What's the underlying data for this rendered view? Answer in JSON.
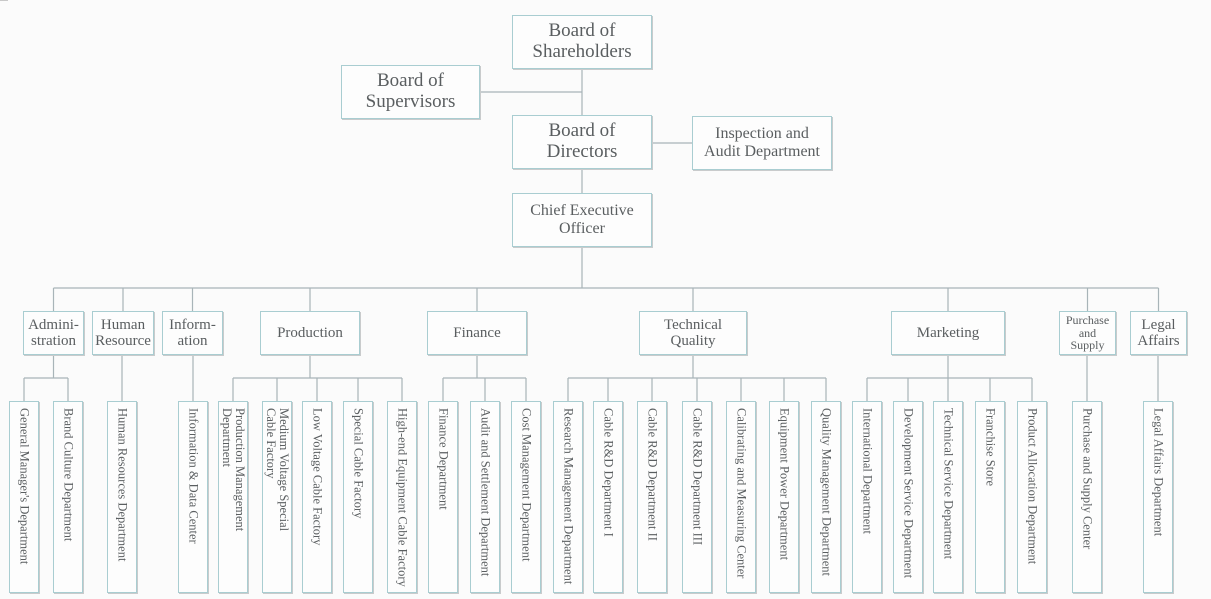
{
  "diagram": {
    "type": "org-chart",
    "colors": {
      "background": "#fbfbfb",
      "box_border": "#a9cdd1",
      "line": "#a8b4b8",
      "text": "#5a5e60"
    },
    "top": {
      "shareholders": "Board of\nShareholders",
      "supervisors": "Board of\nSupervisors",
      "directors": "Board of\nDirectors",
      "inspection": "Inspection and\nAudit Department",
      "ceo": "Chief Executive\nOfficer"
    },
    "departments": [
      {
        "label": "Admini-\nstration",
        "children": [
          "General Manager's Department",
          "Brand Culture Department"
        ]
      },
      {
        "label": "Human\nResource",
        "children": [
          "Human Resources Department"
        ]
      },
      {
        "label": "Inform-\nation",
        "children": [
          "Information & Data Center"
        ]
      },
      {
        "label": "Production",
        "children": [
          "Production Management\nDepartment",
          "Medium Voltage Special\nCable Factory",
          "Low Voltage Cable Factory",
          "Special Cable Factory",
          "High-end Equipment Cable Factory"
        ]
      },
      {
        "label": "Finance",
        "children": [
          "Finance Department",
          "Audit and Settlement Department",
          "Cost Management Department"
        ]
      },
      {
        "label": "Technical\nQuality",
        "children": [
          "Research Management Department",
          "Cable R&D Department I",
          "Cable R&D Department II",
          "Cable R&D Department III",
          "Calibrating and Measuring Center",
          "Equipment Power Department",
          "Quality Management Department"
        ]
      },
      {
        "label": "Marketing",
        "children": [
          "International Department",
          "Development Service Department",
          "Technical Service Department",
          "Franchise Store",
          "Product Allocation Department"
        ]
      },
      {
        "label": "Purchase\nand\nSupply",
        "children": [
          "Purchase and Supply Center"
        ]
      },
      {
        "label": "Legal\nAffairs",
        "children": [
          "Legal Affairs Department"
        ]
      }
    ]
  }
}
